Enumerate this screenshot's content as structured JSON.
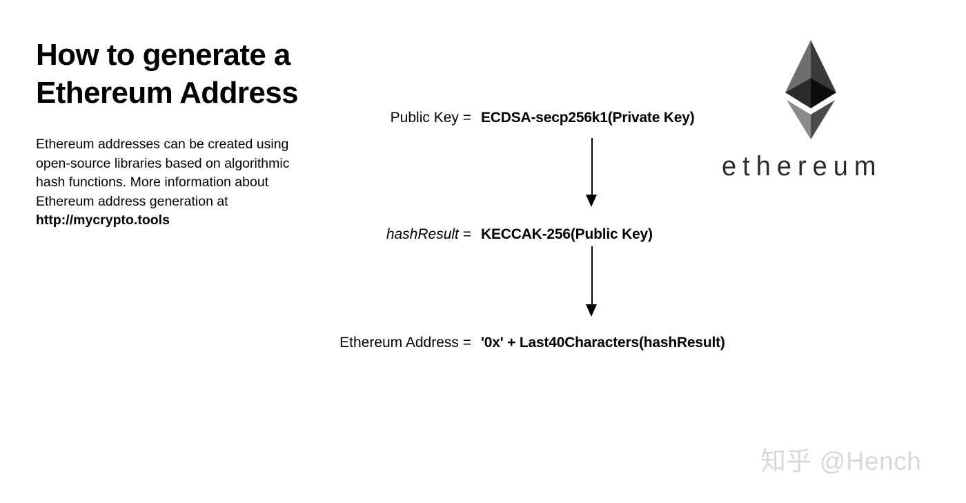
{
  "headline": {
    "line1": "How to generate a",
    "line2": "Ethereum Address"
  },
  "intro": {
    "text_before_url": "Ethereum addresses can be created using open-source libraries based on algorithmic hash functions. More information about Ethereum address generation at ",
    "url": "http://mycrypto.tools"
  },
  "diagram": {
    "rows": [
      {
        "lhs_term": "Public Key",
        "lhs_term_style": "normal",
        "equals": "=",
        "rhs": "ECDSA-secp256k1(Private Key)"
      },
      {
        "lhs_term": "hashResult",
        "lhs_term_style": "italic",
        "equals": "=",
        "rhs": "KECCAK-256(Public Key)"
      },
      {
        "lhs_term": "Ethereum Address",
        "lhs_term_style": "normal",
        "equals": "=",
        "rhs": "'0x' + Last40Characters(hashResult)"
      }
    ],
    "arrows": [
      {
        "name": "arrow-public-key-to-hash",
        "direction": "down"
      },
      {
        "name": "arrow-hash-to-address",
        "direction": "down"
      }
    ]
  },
  "branding": {
    "logo_icon": "ethereum-diamond-icon",
    "wordmark": "ethereum",
    "logo_colors": {
      "upper_left_facet": "#6e6e6e",
      "upper_right_facet": "#3a3a3a",
      "inner_left_facet": "#2b2b2b",
      "inner_right_facet": "#0d0d0d",
      "lower_left_facet": "#8a8a8a",
      "lower_right_facet": "#4a4a4a"
    }
  },
  "watermark": {
    "text": "知乎 @Hench",
    "color": "#d6d8da"
  }
}
